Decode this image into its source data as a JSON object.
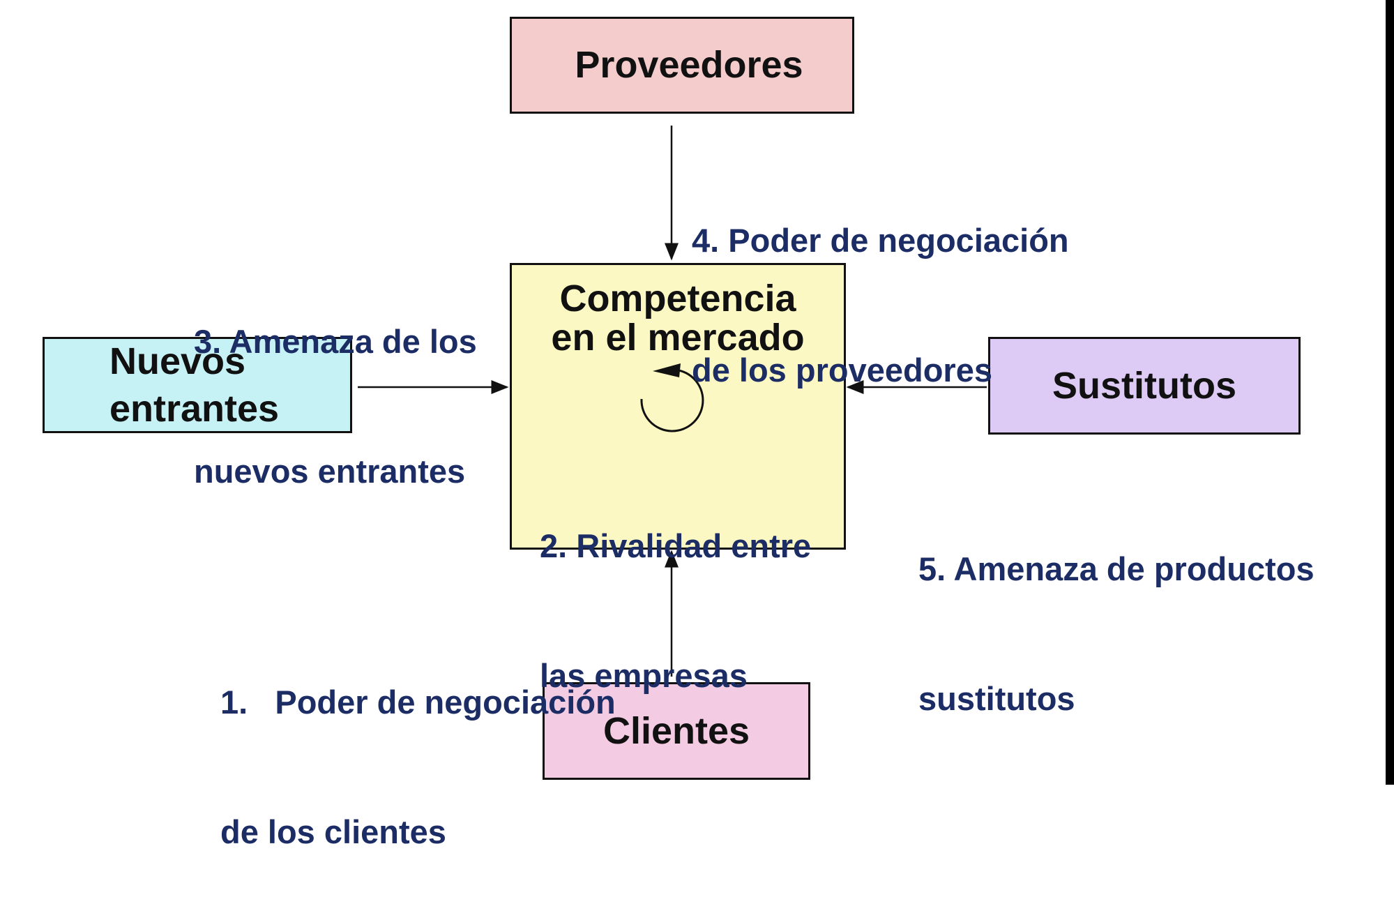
{
  "boxes": {
    "suppliers": "Proveedores",
    "center_line1": "Competencia",
    "center_line2": "en el mercado",
    "new_entrants_line1": "Nuevos",
    "new_entrants_line2": "entrantes",
    "substitutes": "Sustitutos",
    "customers": "Clientes"
  },
  "forces": {
    "f4_line1": "4. Poder de negociación",
    "f4_line2": "de los proveedores",
    "f3_line1": "3. Amenaza de los",
    "f3_line2": "nuevos entrantes",
    "f2_line1": "2. Rivalidad entre",
    "f2_line2": "las empresas",
    "f5_line1": "5. Amenaza de productos",
    "f5_line2": "sustitutos",
    "f1_line1": "1.   Poder de negociación",
    "f1_line2": "de los clientes"
  },
  "colors": {
    "suppliers": "#f5cccc",
    "center": "#fbf8c3",
    "new_entrants": "#c6f2f5",
    "substitutes": "#ddcaf5",
    "customers": "#f3cbe2",
    "label_text": "#1c2d66"
  }
}
